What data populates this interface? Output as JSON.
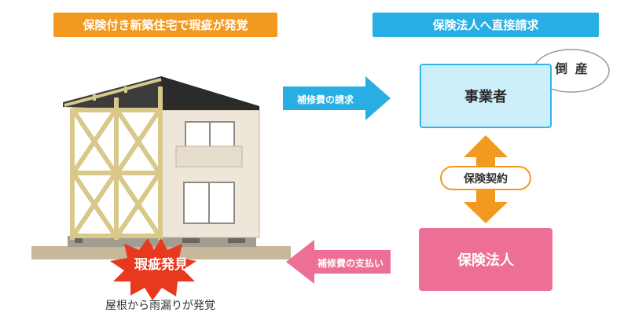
{
  "headers": {
    "left": "保険付き新築住宅で瑕疵が発覚",
    "right": "保険法人へ直接請求"
  },
  "arrows": {
    "claim": "補修費の請求",
    "payment": "補修費の支払い"
  },
  "boxes": {
    "operator": "事業者",
    "insurer": "保険法人"
  },
  "bubble": "倒 産",
  "contract": "保険契約",
  "defect_burst": "瑕疵発見",
  "caption": "屋根から雨漏りが発覚",
  "colors": {
    "orange": "#f29a1f",
    "blue": "#29aee3",
    "pink": "#ee6f96",
    "light_blue": "#cdeefb"
  }
}
